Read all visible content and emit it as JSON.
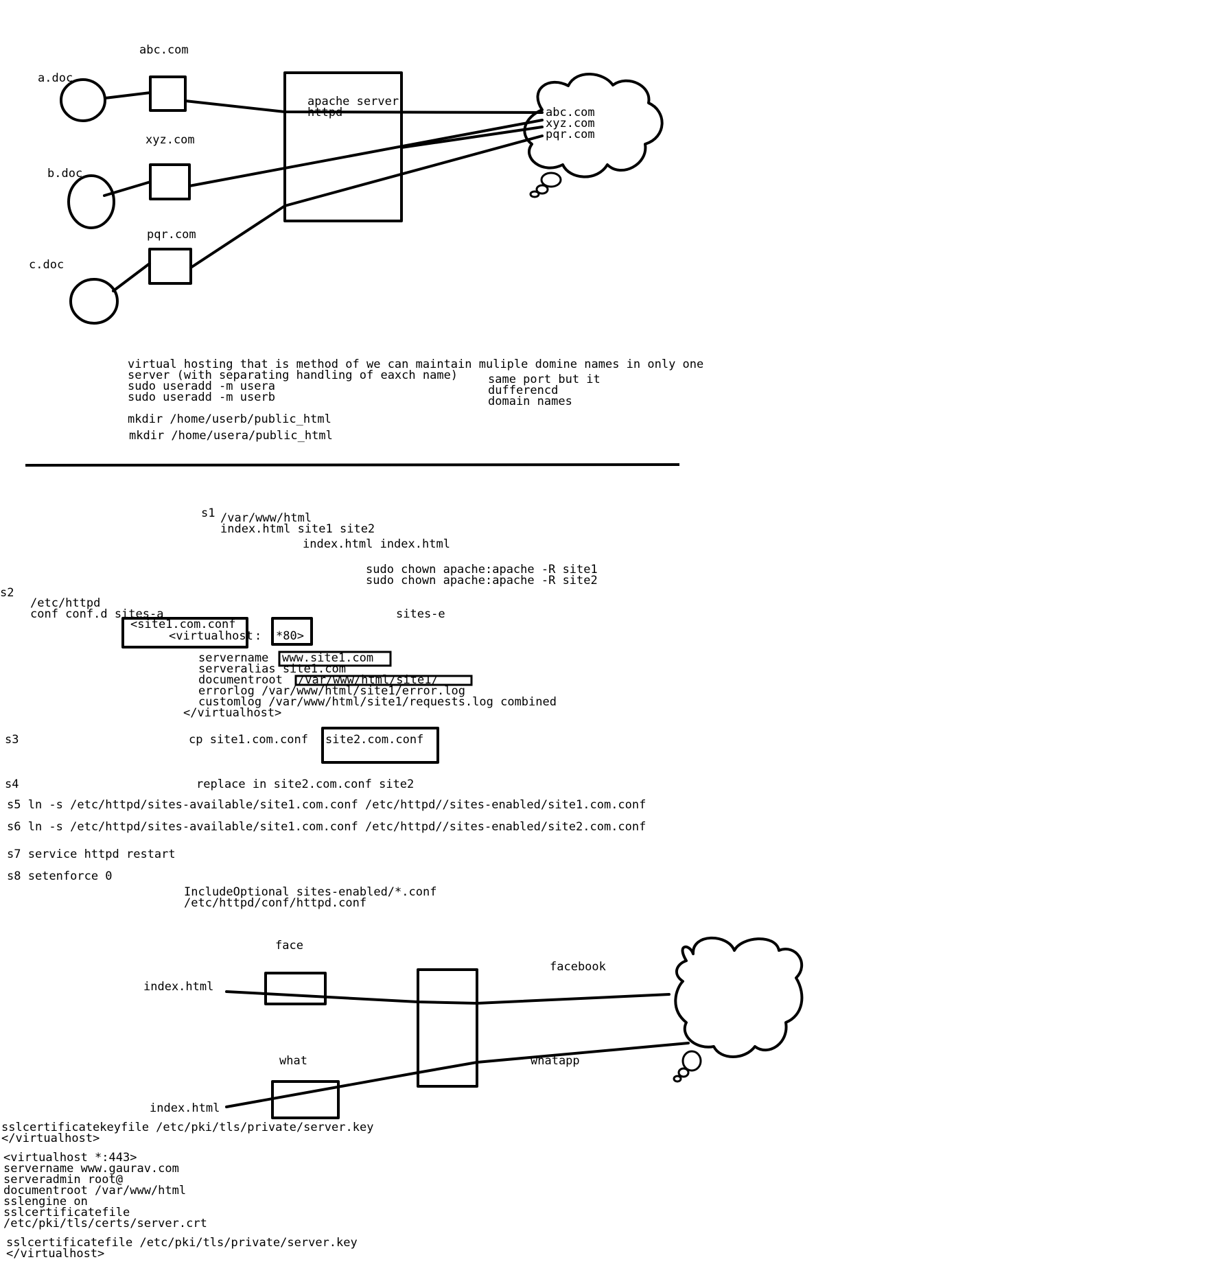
{
  "top_diagram": {
    "docs": [
      "a.doc",
      "b.doc",
      "c.doc"
    ],
    "domains": [
      "abc.com",
      "xyz.com",
      "pqr.com"
    ],
    "server_line1": "apache server",
    "server_line2": "httpd",
    "cloud_domains": [
      "abc.com",
      "xyz.com",
      "pqr.com"
    ]
  },
  "notes": {
    "line1": "virtual hosting that is method of we can maintain muliple domine names in only one",
    "line2": "server (with separating handling of eaxch name)",
    "line3": "sudo useradd -m usera",
    "line4": "sudo useradd -m userb",
    "side1": "same port but it",
    "side2": "dufferencd",
    "side3": "domain names",
    "mkdir1": "mkdir /home/userb/public_html",
    "mkdir2": "mkdir /home/usera/public_html"
  },
  "steps": {
    "s1": "s1",
    "s1_path": "/var/www/html",
    "s1_tree": "index.html site1  site2",
    "s1_sub": "index.html  index.html",
    "chown1": "sudo chown apache:apache -R site1",
    "chown2": "sudo chown apache:apache -R site2",
    "s2": "s2",
    "etc_httpd": "/etc/httpd",
    "conf_dirs": "conf  conf.d sites-a",
    "sites_e": "sites-e",
    "conf_file": "<site1.com.conf",
    "vhost_open": "<virtualhost",
    "vhost_colon": ":",
    "vhost_port": "*80>",
    "servername_key": "servername",
    "servername_val": "www.site1.com",
    "serveralias": "serveralias site1.com",
    "documentroot_key": "documentroot",
    "documentroot_val": "/var/www/html/site1/",
    "errorlog": "errorlog /var/www/html/site1/error.log",
    "customlog": "customlog /var/www/html/site1/requests.log combined",
    "vhost_close": "</virtualhost>",
    "s3": "s3",
    "cp_cmd": "cp site1.com.conf",
    "cp_target": "site2.com.conf",
    "s4": "s4",
    "replace": "replace in site2.com.conf  site2",
    "s5": "s5 ln -s /etc/httpd/sites-available/site1.com.conf /etc/httpd//sites-enabled/site1.com.conf",
    "s6": "s6 ln -s /etc/httpd/sites-available/site1.com.conf /etc/httpd//sites-enabled/site2.com.conf",
    "s7": "s7 service httpd restart",
    "s8": "s8 setenforce 0",
    "include_optional": "IncludeOptional sites-enabled/*.conf",
    "httpd_conf": "/etc/httpd/conf/httpd.conf"
  },
  "bottom_diagram": {
    "face": "face",
    "what": "what",
    "index1": "index.html",
    "index2": "index.html",
    "facebook": "facebook",
    "whatapp": "whatapp"
  },
  "ssl": {
    "keyfile1": "sslcertificatekeyfile /etc/pki/tls/private/server.key",
    "close1": "</virtualhost>",
    "vhost443": "<virtualhost *:443>",
    "servername": "servername www.gaurav.com",
    "serveradmin": "serveradmin root@",
    "documentroot": "documentroot /var/www/html",
    "sslengine": "sslengine on",
    "certfile_key": "sslcertificatefile",
    "certfile_path": "/etc/pki/tls/certs/server.crt",
    "keyfile2": "sslcertificatefile /etc/pki/tls/private/server.key",
    "close2": "</virtualhost>"
  }
}
